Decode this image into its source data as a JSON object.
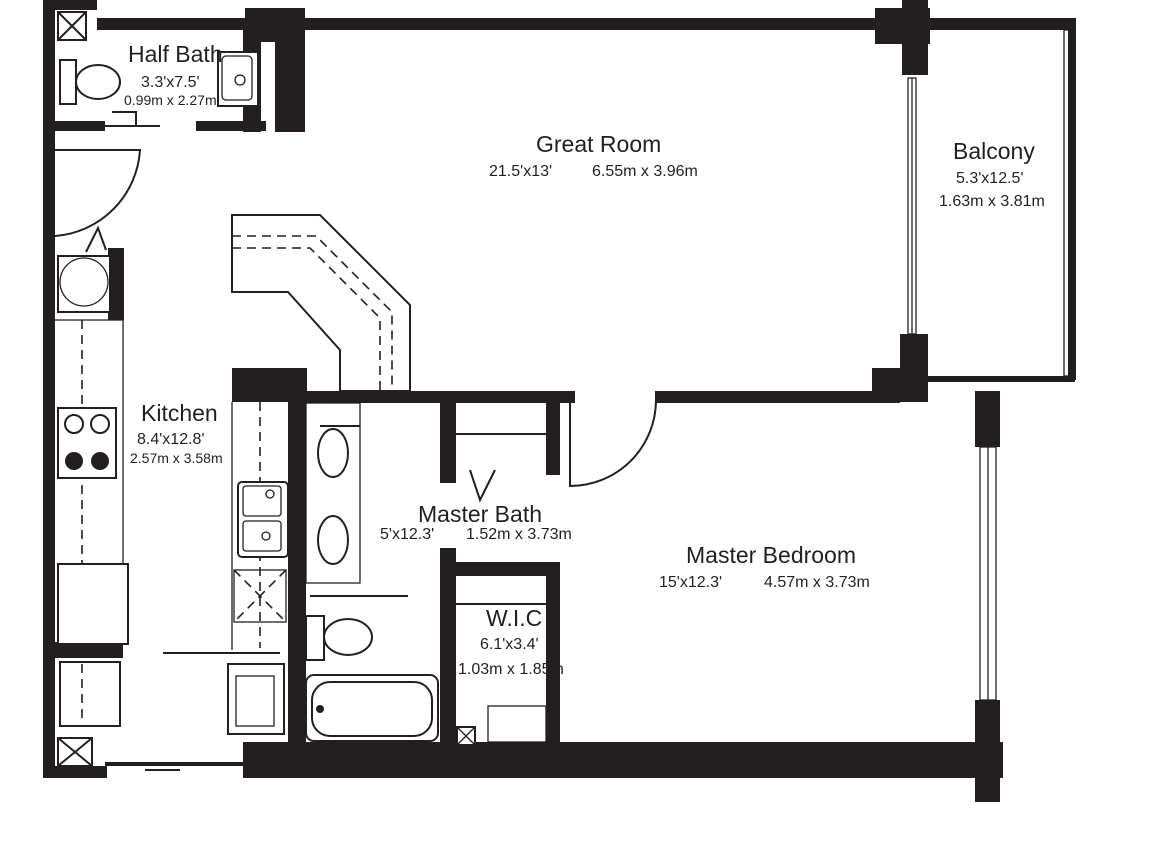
{
  "rooms": {
    "half_bath": {
      "name": "Half Bath",
      "imperial": "3.3'x7.5'",
      "metric": "0.99m x 2.27m"
    },
    "great_room": {
      "name": "Great Room",
      "imperial": "21.5'x13'",
      "metric": "6.55m x 3.96m"
    },
    "balcony": {
      "name": "Balcony",
      "imperial": "5.3'x12.5'",
      "metric": "1.63m x 3.81m"
    },
    "kitchen": {
      "name": "Kitchen",
      "imperial": "8.4'x12.8'",
      "metric": "2.57m x 3.58m"
    },
    "master_bath": {
      "name": "Master Bath",
      "imperial": "5'x12.3'",
      "metric": "1.52m x 3.73m"
    },
    "master_bedroom": {
      "name": "Master Bedroom",
      "imperial": "15'x12.3'",
      "metric": "4.57m x 3.73m"
    },
    "wic": {
      "name": "W.I.C",
      "imperial": "6.1'x3.4'",
      "metric": "1.03m x 1.85m"
    }
  },
  "colors": {
    "ink": "#231f20",
    "paper": "#ffffff"
  },
  "icons": [
    "shaft-icon",
    "stove-icon",
    "sink-icon",
    "toilet-icon",
    "bathtub-icon",
    "washer-icon",
    "dryer-icon",
    "fridge-icon"
  ]
}
